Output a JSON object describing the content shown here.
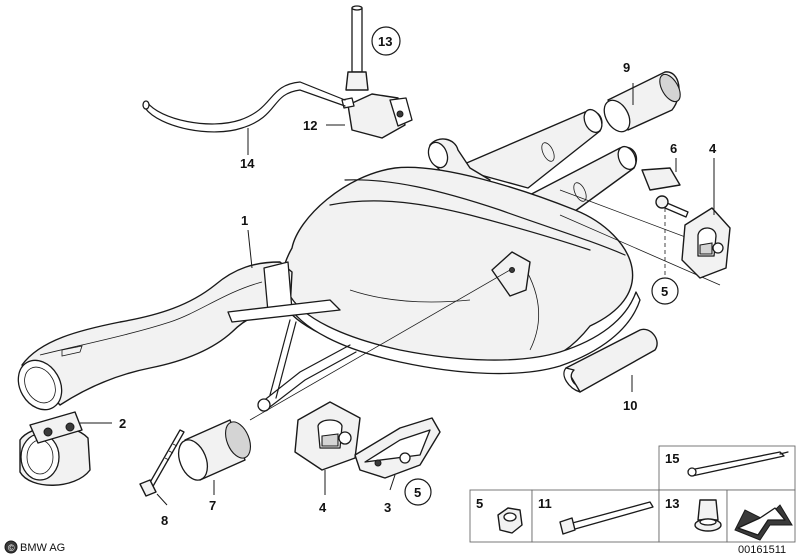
{
  "callouts": {
    "c1": "1",
    "c2": "2",
    "c3": "3",
    "c4a": "4",
    "c4b": "4",
    "c5a": "5",
    "c5b": "5",
    "c6": "6",
    "c7": "7",
    "c8": "8",
    "c9": "9",
    "c10": "10",
    "c12": "12",
    "c13": "13",
    "c14": "14"
  },
  "legend": {
    "item15": "15",
    "item5": "5",
    "item11": "11",
    "item13": "13"
  },
  "footer": {
    "brand": "BMW AG",
    "diagram_number": "00161511"
  }
}
